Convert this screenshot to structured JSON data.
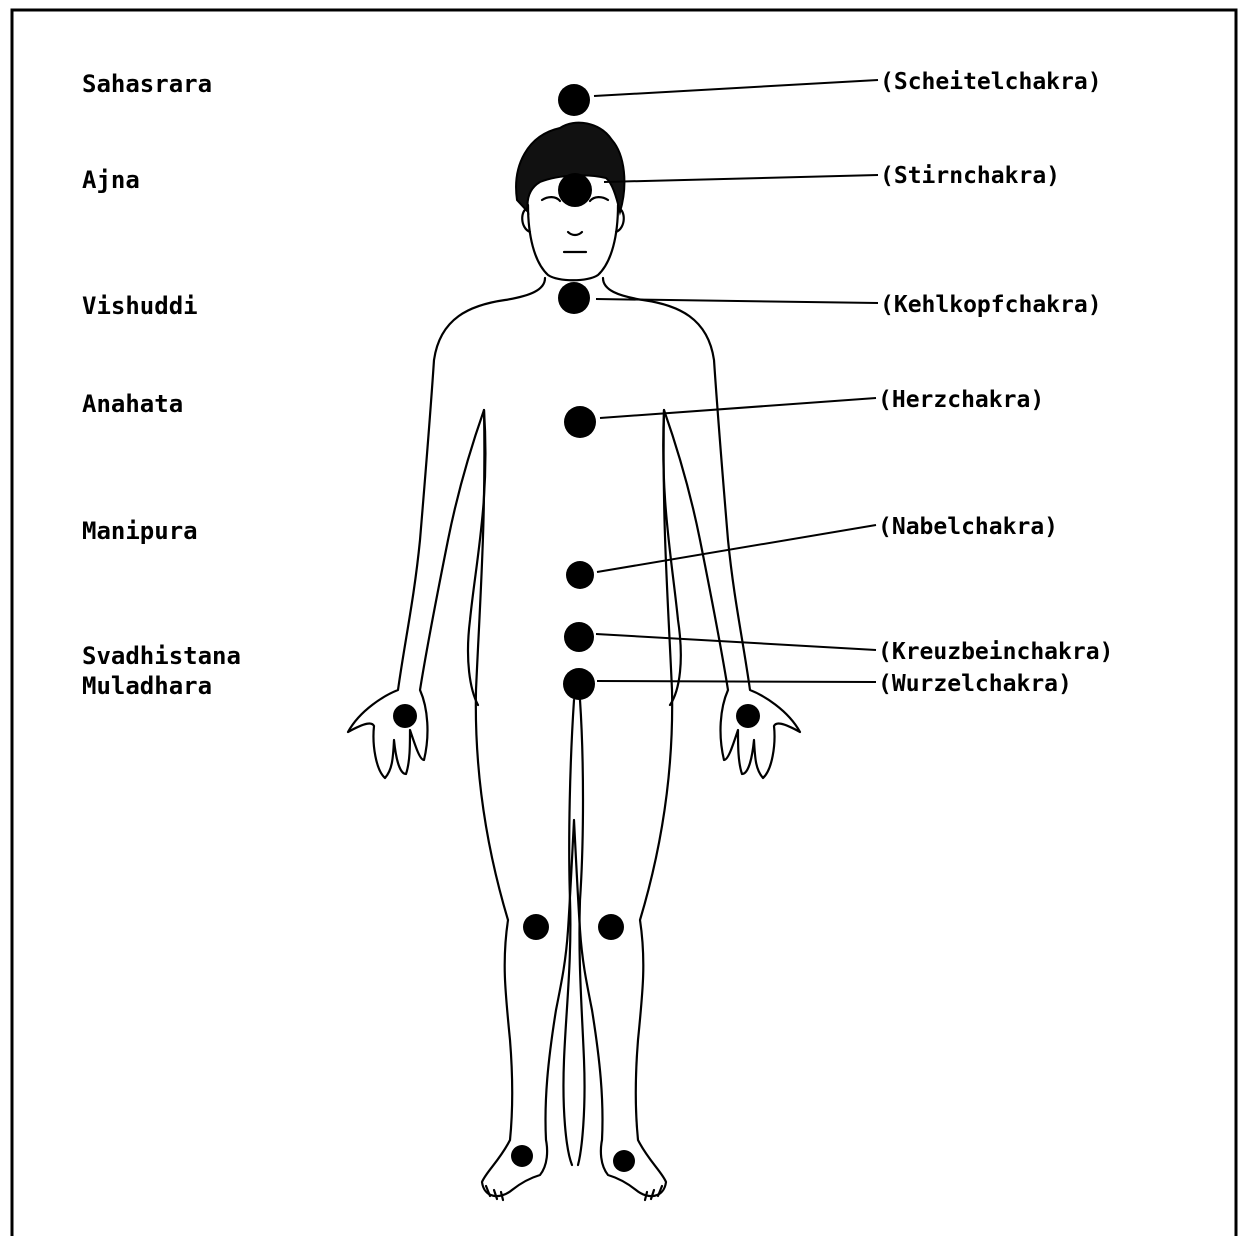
{
  "chakras": [
    {
      "sanskrit": "Sahasrara",
      "german": "(Scheitelchakra)"
    },
    {
      "sanskrit": "Ajna",
      "german": "(Stirnchakra)"
    },
    {
      "sanskrit": "Vishuddi",
      "german": "(Kehlkopfchakra)"
    },
    {
      "sanskrit": "Anahata",
      "german": "(Herzchakra)"
    },
    {
      "sanskrit": "Manipura",
      "german": "(Nabelchakra)"
    },
    {
      "sanskrit": "Svadhistana",
      "german": "(Kreuzbeinchakra)"
    },
    {
      "sanskrit": "Muladhara",
      "german": "(Wurzelchakra)"
    }
  ],
  "colors": {
    "ink": "#000000",
    "paper": "#ffffff"
  }
}
